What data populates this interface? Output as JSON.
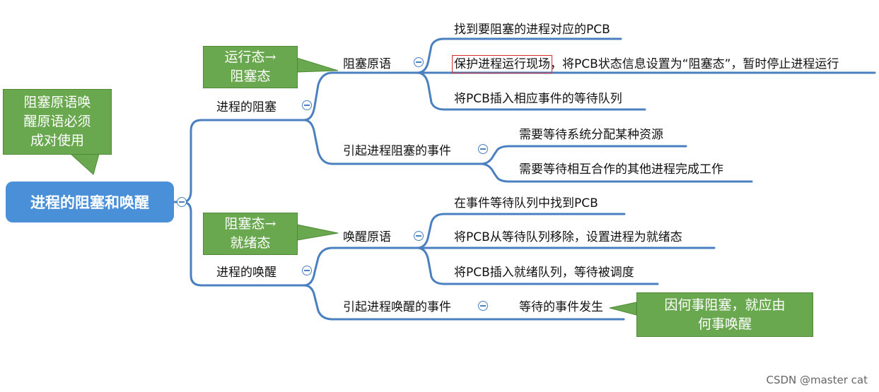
{
  "root": {
    "label": "进程的阻塞和唤醒"
  },
  "block": {
    "label": "进程的阻塞",
    "primitive": {
      "label": "阻塞原语",
      "steps": [
        "找到要阻塞的进程对应的PCB",
        "保护进程运行现场",
        "，将PCB状态信息设置为“阻塞态”，暂时停止进程运行",
        "将PCB插入相应事件的等待队列"
      ]
    },
    "cause": {
      "label": "引起进程阻塞的事件",
      "items": [
        "需要等待系统分配某种资源",
        "需要等待相互合作的其他进程完成工作"
      ]
    }
  },
  "wake": {
    "label": "进程的唤醒",
    "primitive": {
      "label": "唤醒原语",
      "steps": [
        "在事件等待队列中找到PCB",
        "将PCB从等待队列移除，设置进程为就绪态",
        "将PCB插入就绪队列，等待被调度"
      ]
    },
    "cause": {
      "label": "引起进程唤醒的事件",
      "items": [
        "等待的事件发生"
      ]
    }
  },
  "callouts": {
    "pairing": [
      "阻塞原语唤",
      "醒原语必须",
      "成对使用"
    ],
    "run_to_block": [
      "运行态→",
      "阻塞态"
    ],
    "block_to_ready": [
      "阻塞态→",
      "就绪态"
    ],
    "cause_match": [
      "因何事阻塞，就应由",
      "何事唤醒"
    ]
  },
  "watermark": "CSDN @master cat",
  "colors": {
    "root": "#4a90d9",
    "line": "#4a7fc0",
    "note": "#6aa84f",
    "highlight": "#d62d2d"
  }
}
